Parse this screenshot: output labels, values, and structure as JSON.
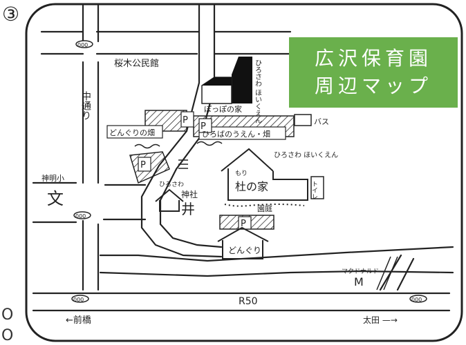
{
  "badge": "③",
  "edge_marks": [
    "O",
    "O"
  ],
  "title": {
    "line1": "広沢保育園",
    "line2": "周辺マップ"
  },
  "labels": {
    "hall": "桜木公民館",
    "hoikuen_top": "ひろさわ\nほいくえん",
    "poppo_house": "ぽっぽの家",
    "donguri_field": "どんぐりの畑",
    "hiroba_field": "ひろばのうえん・畑",
    "bus": "バス",
    "naka_dori": "中通り",
    "shinmei": "神明小",
    "school_mark": "文",
    "shrine_ruby": "ひろさわ",
    "shrine": "神社",
    "shrine_mark": "井",
    "hoikuen_main": "ひろさわ\nほいくえん",
    "mori_ruby": "もり",
    "mori_house": "杜の家",
    "garden": "園庭",
    "toilet": "トイレ",
    "donguri": "どんぐり",
    "mcd": "マクドナルド",
    "mcd_mark": "M",
    "road": "R50",
    "maebashi": "←前橋",
    "ota": "太田 —→",
    "parking": "P",
    "bus_code": "000"
  },
  "colors": {
    "title_bg": "#6ab04c",
    "ink": "#1e1e1e"
  }
}
